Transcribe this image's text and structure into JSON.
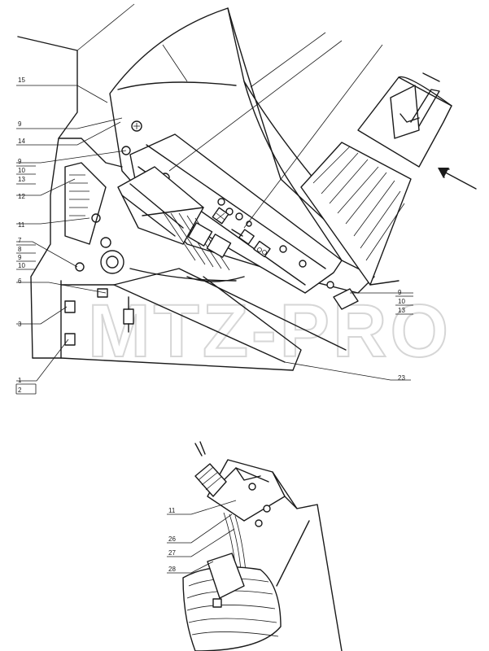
{
  "watermark": "MTZ-PRO",
  "callouts": {
    "c15": "15",
    "c9a": "9",
    "c14": "14",
    "c9b": "9",
    "c10b": "10",
    "c13b": "13",
    "c12": "12",
    "c11": "11",
    "c7": "7",
    "c8": "8",
    "c9c": "9",
    "c10c": "10",
    "c6": "6",
    "c3": "3",
    "c1": "1",
    "c2": "2",
    "c9r": "9",
    "c10r": "10",
    "c13r": "13",
    "c23": "23",
    "c11b": "11",
    "c26": "26",
    "c27": "27",
    "c28": "28"
  },
  "icons": {
    "arrow": "direction-arrow-icon",
    "fan": "fan-symbol-icon"
  }
}
